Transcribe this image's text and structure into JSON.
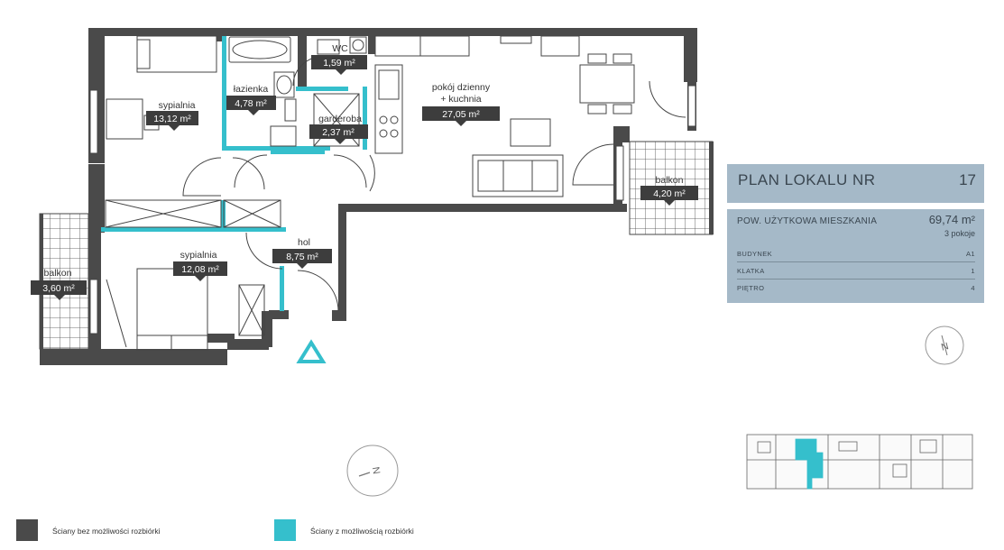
{
  "rooms": [
    {
      "name": "sypialnia",
      "area": "13,12 m²"
    },
    {
      "name": "łazienka",
      "area": "4,78 m²"
    },
    {
      "name": "WC",
      "area": "1,59 m²"
    },
    {
      "name": "garderoba",
      "area": "2,37 m²"
    },
    {
      "name": "pokój dzienny",
      "name2": "+ kuchnia",
      "area": "27,05 m²"
    },
    {
      "name": "balkon",
      "area": "4,20 m²"
    },
    {
      "name": "sypialnia",
      "area": "12,08 m²"
    },
    {
      "name": "hol",
      "area": "8,75 m²"
    },
    {
      "name": "balkon",
      "area": "3,60 m²"
    }
  ],
  "panel": {
    "title": "PLAN LOKALU NR",
    "number": "17",
    "usable_area_label": "POW. UŻYTKOWA MIESZKANIA",
    "usable_area_value": "69,74 m²",
    "rooms_count": "3 pokoje",
    "rows": [
      {
        "key": "BUDYNEK",
        "value": "A1"
      },
      {
        "key": "KLATKA",
        "value": "1"
      },
      {
        "key": "PIĘTRO",
        "value": "4"
      }
    ]
  },
  "compass": {
    "symbol": "N"
  },
  "legend": [
    {
      "label": "Ściany bez możliwości rozbiórki",
      "color": "#4a4a4a"
    },
    {
      "label": "Ściany z możliwością rozbiórki",
      "color": "#35bfcc"
    }
  ],
  "colors": {
    "wall": "#4a4a4a",
    "removable_wall": "#35bfcc",
    "panel": "#a5b9c8"
  }
}
